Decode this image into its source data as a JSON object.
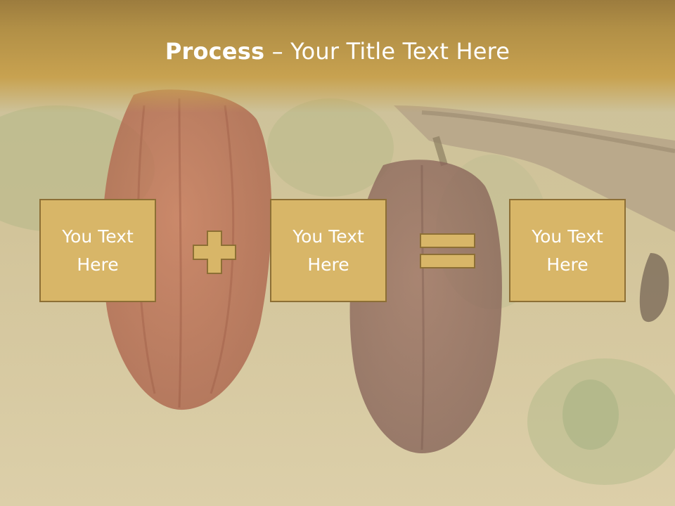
{
  "slide": {
    "title_bold": "Process",
    "title_rest": " – Your Title Text Here"
  },
  "process": {
    "boxes": [
      {
        "label": "You Text\nHere"
      },
      {
        "label": "You Text\nHere"
      },
      {
        "label": "You Text\nHere"
      }
    ],
    "operators": [
      "plus-icon",
      "equals-icon"
    ]
  },
  "colors": {
    "title_band": "#c8a250",
    "box_fill": "#d8b668",
    "box_border": "#8d6f35",
    "operator_fill": "#d8b668"
  },
  "background_image": "cocoa-pods-photo"
}
